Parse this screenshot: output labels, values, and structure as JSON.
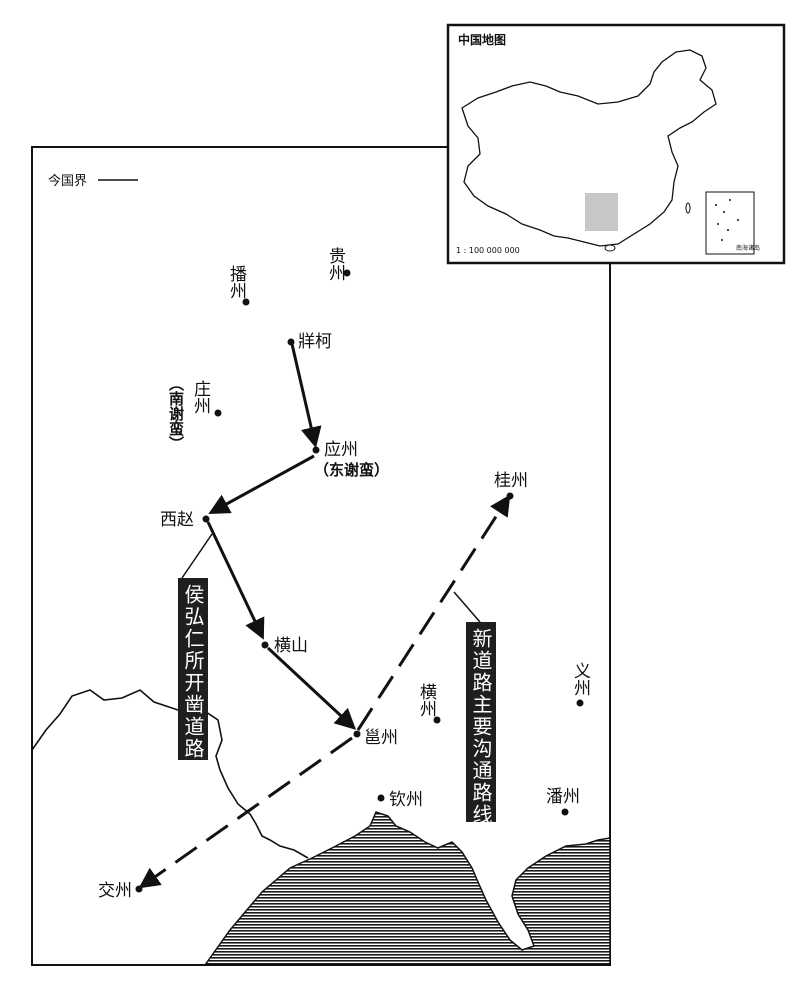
{
  "legend": {
    "border_label": "今国界"
  },
  "inset": {
    "title": "中国地图",
    "scale": "1 : 100 000 000",
    "south_sea": "南海诸岛"
  },
  "places": {
    "guizhou": "贵州",
    "bozhou": "播州",
    "zangke": "牂柯",
    "zhuangzhou": "庄州",
    "nanxieman": "（南谢蛮）",
    "yingzhou": "应州",
    "dongxieman": "（东谢蛮）",
    "xizhao": "西赵",
    "guizhou2": "桂州",
    "hengshan": "横山",
    "hengzhou": "横州",
    "yizhou": "义州",
    "yongzhou": "邕州",
    "qinzhou": "钦州",
    "panzhou": "潘州",
    "jiaozhou": "交州"
  },
  "routes": {
    "hou_label": "侯弘仁所开凿道路",
    "new_label": "新道路主要沟通路线"
  },
  "colors": {
    "ink": "#111111",
    "sea_hatch": "#1a1a1a",
    "highlight": "#c8c8c8"
  }
}
